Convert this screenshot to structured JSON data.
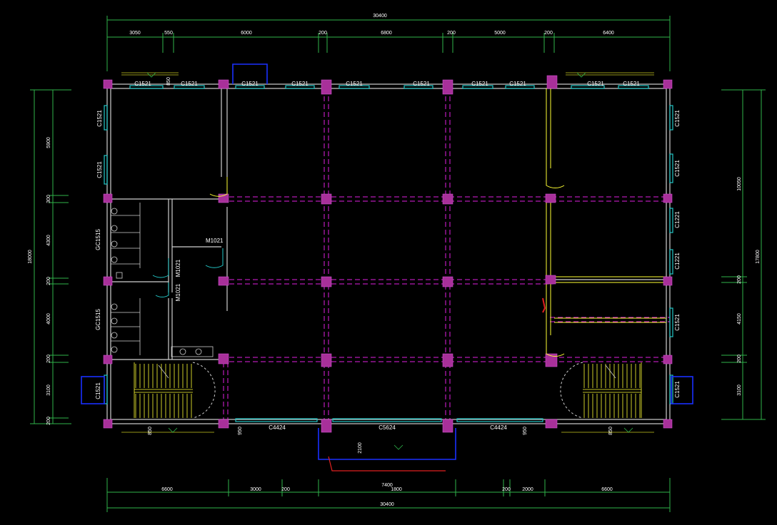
{
  "dimensions": {
    "top_total": "30400",
    "top_segments": [
      "3050",
      "550",
      "6000",
      "200",
      "6800",
      "200",
      "5000",
      "200",
      "6400"
    ],
    "bottom_total": "30400",
    "bottom_segments": [
      "6600",
      "3000",
      "200",
      "7400",
      "1800",
      "200",
      "2000",
      "6600"
    ],
    "bottom_extra": "2100",
    "left_total": "18000",
    "left_segments": [
      "5900",
      "300",
      "4300",
      "200",
      "4000",
      "200",
      "3100",
      "200"
    ],
    "right_total": "17800",
    "right_segments": [
      "10050",
      "200",
      "4150",
      "200",
      "3100"
    ],
    "small_marks": [
      "850",
      "950",
      "850",
      "950",
      "850"
    ]
  },
  "windows_top": [
    "C1521",
    "C1521",
    "C1521",
    "C1521",
    "C1521",
    "C1521",
    "C1521",
    "C1521",
    "C1521",
    "C1521"
  ],
  "windows_left": [
    "C1521",
    "C1521",
    "GC1515",
    "GC1515",
    "C1521"
  ],
  "windows_right": [
    "C1521",
    "C1521",
    "C1221",
    "C1221",
    "C1521",
    "C1521"
  ],
  "windows_bottom": [
    "C4424",
    "C5624",
    "C4424"
  ],
  "doors": [
    "M1021",
    "M1021",
    "M1021"
  ],
  "colors": {
    "background": "#000000",
    "dimension_line": "#2fb34a",
    "wall": "#cfcfcf",
    "axis": "#e020e0",
    "column": "#a8309a",
    "window": "#22c8c8",
    "door": "#ffff33",
    "overhang": "#1a30ff"
  }
}
